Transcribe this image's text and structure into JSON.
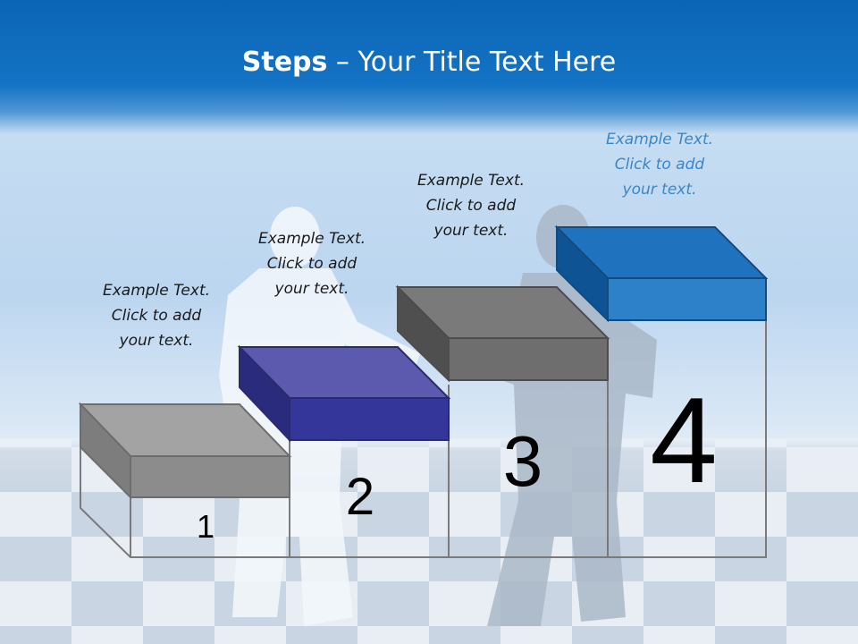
{
  "slide": {
    "title_bold": "Steps",
    "title_rest": " – Your Title Text Here"
  },
  "steps": [
    {
      "number": "1",
      "text": "Example Text.\nClick  to add\nyour text.",
      "color": "#8c8c8c"
    },
    {
      "number": "2",
      "text": "Example Text.\nClick  to add\nyour text.",
      "color": "#35369a"
    },
    {
      "number": "3",
      "text": "Example Text.\nClick  to add\nyour text.",
      "color": "#6e6e6e"
    },
    {
      "number": "4",
      "text": "Example Text.\nClick  to add\nyour text.",
      "color": "#1f73be"
    }
  ],
  "colors": {
    "title_bar": "#0b65b6",
    "accent_text": "#3b86c7",
    "outline": "#7a7a7a"
  }
}
